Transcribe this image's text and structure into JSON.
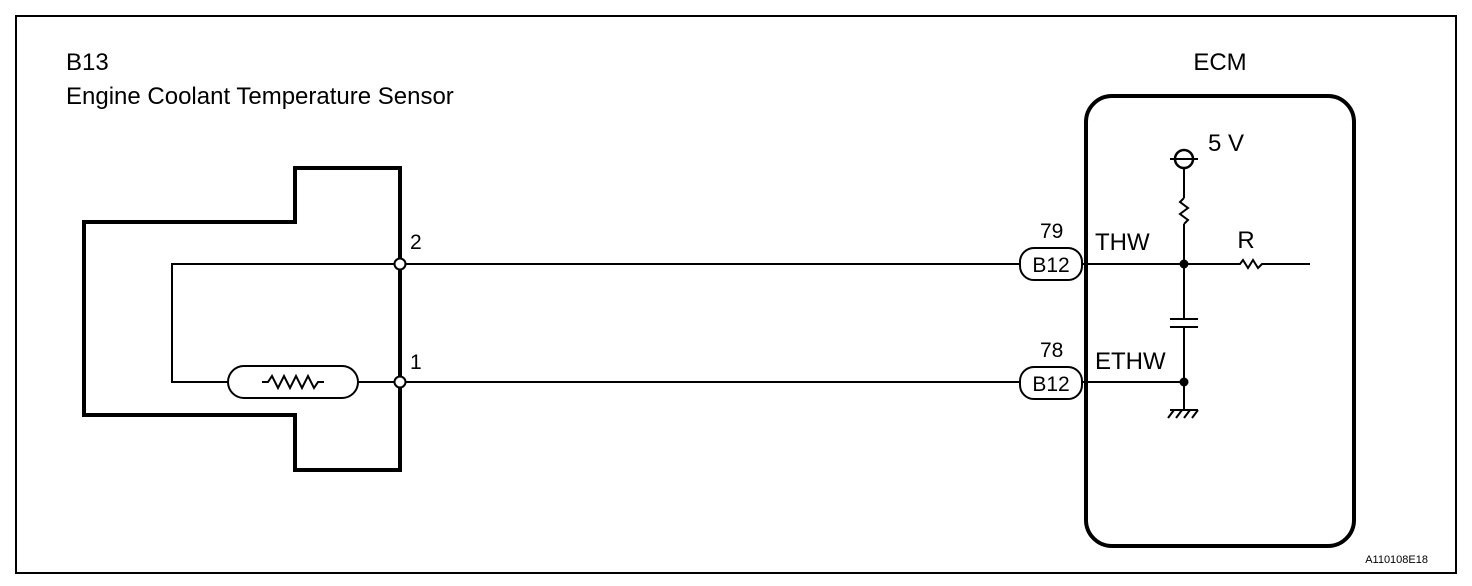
{
  "sensor": {
    "code": "B13",
    "name": "Engine Coolant Temperature Sensor",
    "pin_top": "2",
    "pin_bottom": "1"
  },
  "ecm": {
    "title": "ECM",
    "supply": "5 V",
    "resistor_label": "R",
    "terminals": [
      {
        "pin": "79",
        "connector": "B12",
        "signal": "THW"
      },
      {
        "pin": "78",
        "connector": "B12",
        "signal": "ETHW"
      }
    ]
  },
  "figure_id": "A110108E18"
}
